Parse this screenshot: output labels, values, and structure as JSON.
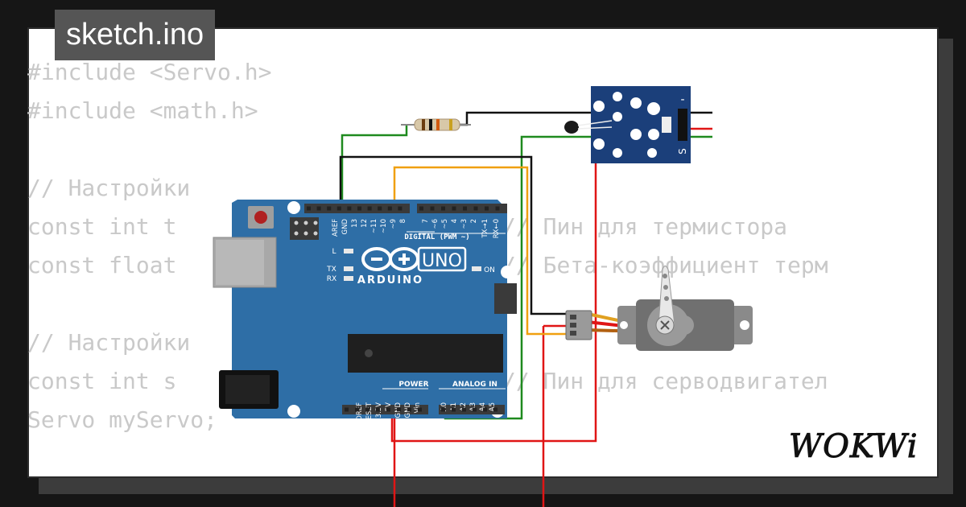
{
  "file_tab": {
    "label": "sketch.ino"
  },
  "code_lines": [
    "#include <Servo.h>",
    "#include <math.h>",
    "",
    "// Настройки",
    "const int t                        // Пин для термистора",
    "const float                        // Бета-коэффициент терм",
    "",
    "// Настройки",
    "const int s                        // Пин для серводвигател",
    "Servo myServo;"
  ],
  "board": {
    "model": "UNO",
    "brand": "ARDUINO",
    "digital_header": "DIGITAL (PWM ~)",
    "power_header": "POWER",
    "analog_header": "ANALOG IN",
    "on_label": "ON",
    "l_label": "L",
    "tx_label": "TX",
    "rx_label": "RX",
    "digital_pins": [
      "AREF",
      "GND",
      "13",
      "12",
      "~11",
      "~10",
      "~9",
      "8",
      "7",
      "~6",
      "~5",
      "4",
      "~3",
      "2",
      "TX→1",
      "RX←0"
    ],
    "power_pins": [
      "IOREF",
      "RESET",
      "3.3V",
      "5V",
      "GND",
      "GND",
      "Vin"
    ],
    "analog_pins": [
      "A0",
      "A1",
      "A2",
      "A3",
      "A4",
      "A5"
    ],
    "board_color": "#2e6ea6"
  },
  "sensor_module": {
    "pin_s": "S",
    "pin_minus": "-",
    "color": "#1b3f7a"
  },
  "brand_logo": {
    "text": "WOKWi"
  },
  "colors": {
    "wire_red": "#e01515",
    "wire_black": "#111111",
    "wire_green": "#1e8a1e",
    "wire_orange": "#f0a010",
    "code_text": "#c9c9c9",
    "tab_bg": "#555555"
  }
}
